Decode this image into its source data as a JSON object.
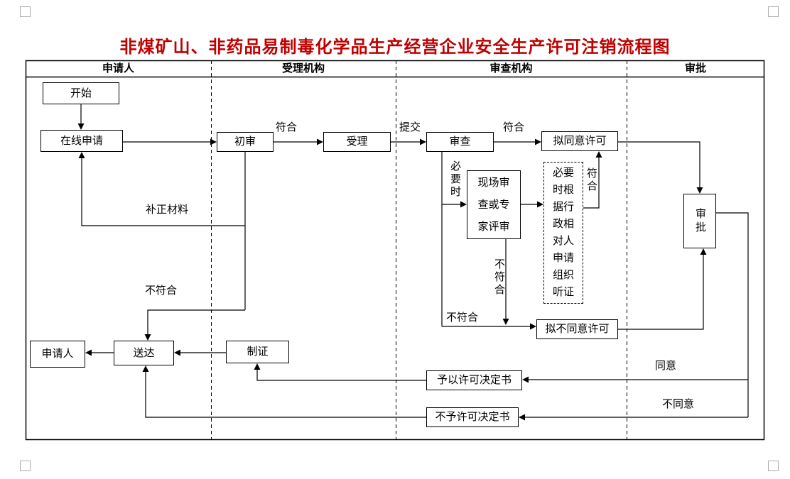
{
  "title": {
    "text": "非煤矿山、非药品易制毒化学品生产经营企业安全生产许可注销流程图",
    "color": "#c00000"
  },
  "lanes": [
    {
      "label": "申请人"
    },
    {
      "label": "受理机构"
    },
    {
      "label": "审查机构"
    },
    {
      "label": "审批"
    }
  ],
  "nodes": {
    "start": {
      "label": "开始"
    },
    "online_application": {
      "label": "在线申请"
    },
    "initial_review": {
      "label": "初审"
    },
    "acceptance": {
      "label": "受理"
    },
    "examination": {
      "label": "审查"
    },
    "proposed_approval": {
      "label": "拟同意许可"
    },
    "site_or_expert_review": {
      "label": "现场审查或专家评审"
    },
    "hearing_note": {
      "label": "必要时根据行政相对人申请组织听证"
    },
    "final_approval": {
      "label": "审批"
    },
    "proposed_disapproval": {
      "label": "拟不同意许可"
    },
    "applicant": {
      "label": "申请人"
    },
    "delivery": {
      "label": "送达"
    },
    "certificate_issuance": {
      "label": "制证"
    },
    "grant_decision": {
      "label": "予以许可决定书"
    },
    "deny_decision": {
      "label": "不予许可决定书"
    }
  },
  "edge_labels": {
    "conform_initial": "符合",
    "submit": "提交",
    "conform_exam": "符合",
    "conform_hearing": "符合",
    "supplement_materials": "补正材料",
    "not_conform_initial": "不符合",
    "when_necessary": "必要时",
    "not_conform_site": "不符合",
    "not_conform_exam": "不符合",
    "agree": "同意",
    "disagree": "不同意"
  }
}
